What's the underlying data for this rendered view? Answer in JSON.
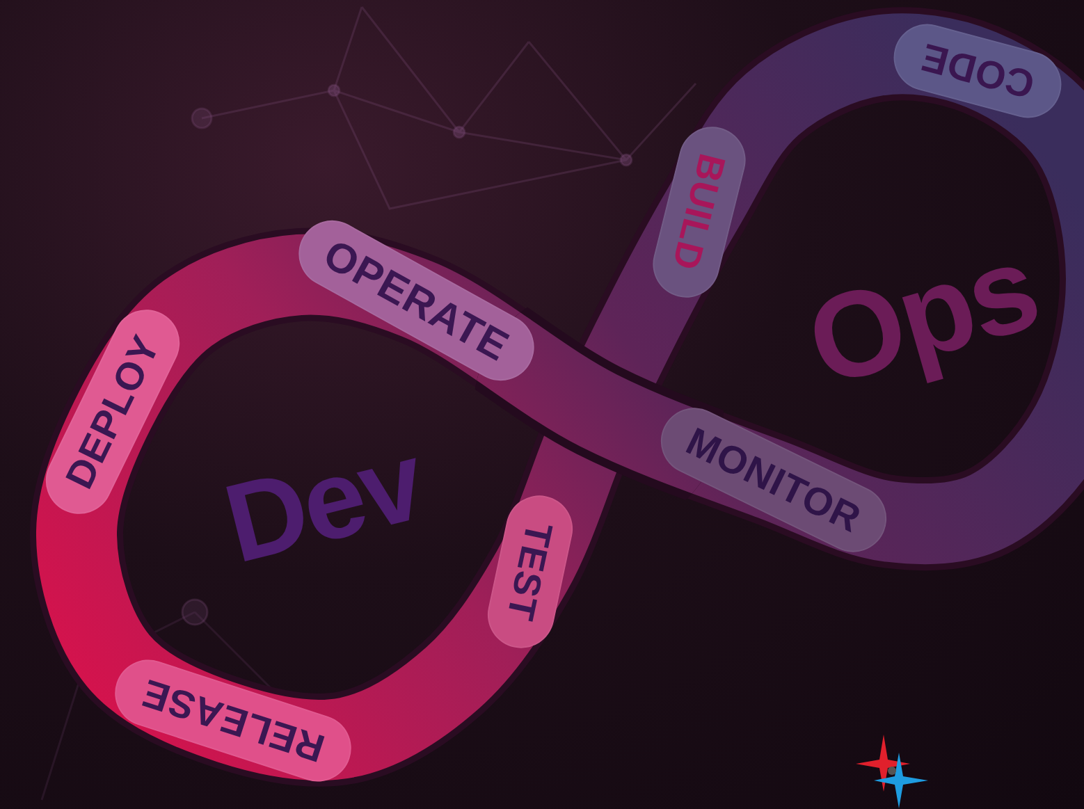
{
  "diagram": {
    "nodes": [
      {
        "text": [
          "CODE"
        ]
      },
      {
        "text": [
          "BUILD"
        ]
      },
      {
        "text": [
          "OPERATE"
        ]
      },
      {
        "text": [
          "DEPLOY"
        ]
      },
      {
        "text": [
          "MONITOR"
        ]
      },
      {
        "text": [
          "TEST"
        ]
      },
      {
        "text": [
          "RELEASE"
        ]
      }
    ],
    "labels": [
      "Dev",
      "Ops"
    ]
  }
}
